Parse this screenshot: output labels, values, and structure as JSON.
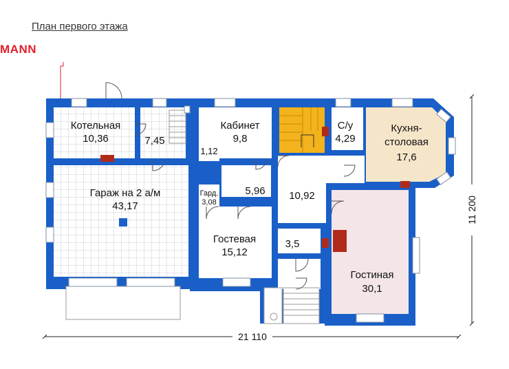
{
  "page": {
    "title": "План первого этажа",
    "logo": "MANN"
  },
  "rooms": {
    "boiler": {
      "name": "Котельная",
      "area": "10,36"
    },
    "storage": {
      "area": "7,45"
    },
    "study": {
      "name": "Кабинет",
      "area": "9,8"
    },
    "wc": {
      "name": "С/у",
      "area": "4,29"
    },
    "kitchen": {
      "name_line1": "Кухня-",
      "name_line2": "столовая",
      "area": "17,6"
    },
    "closet": {
      "area": "1,12"
    },
    "garage": {
      "name": "Гараж на 2 а/м",
      "area": "43,17"
    },
    "wardrobe": {
      "name": "Гард.",
      "area": "3,08"
    },
    "corridor": {
      "area": "5,96"
    },
    "hall": {
      "area": "10,92"
    },
    "guest": {
      "name": "Гостевая",
      "area": "15,12"
    },
    "small": {
      "area": "3,5"
    },
    "living": {
      "name": "Гостиная",
      "area": "30,1"
    }
  },
  "dimensions": {
    "width": "21 110",
    "depth": "11 200"
  },
  "colors": {
    "wall": "#1a5fc8",
    "tile": "#ffffff",
    "tile_grid": "#c9ccd4",
    "room": "#ffffff",
    "kitchen": "#f6e6c9",
    "living": "#f4e6e8",
    "stair": "#f2b31c",
    "stove": "#b02a1a",
    "logo": "#e2202a"
  }
}
